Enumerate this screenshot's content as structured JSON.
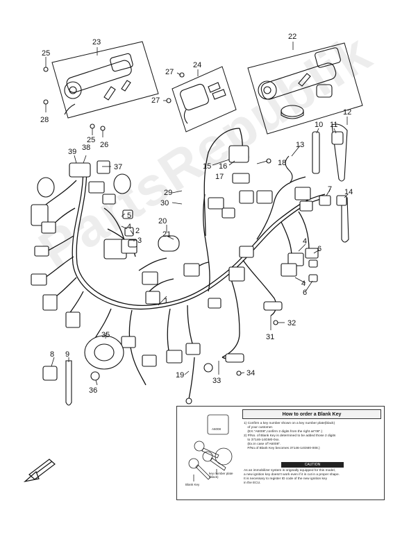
{
  "diagram": {
    "labels": [
      "1",
      "2",
      "3",
      "4",
      "5",
      "6",
      "7",
      "8",
      "9",
      "10",
      "11",
      "12",
      "13",
      "14",
      "15",
      "16",
      "17",
      "18",
      "19",
      "20",
      "21",
      "22",
      "23",
      "24",
      "25",
      "26",
      "27",
      "28",
      "29",
      "30",
      "31",
      "32",
      "33",
      "34",
      "35",
      "36",
      "37",
      "38",
      "39"
    ],
    "watermark": "PartsRepublik"
  },
  "blank_key_box": {
    "title": "How to order a Blank Key",
    "step1": "1) Confirm a key number shown on a key number plate(black)\n    of your customer.\n    (EX.\"A6008\",confirm 2 digits from the right as\"08\".)",
    "step2": "2) P/No. of Blank Key is determined to be added those 2 digits\n    to 37146-14GM0-0xx.\n    (Ex.In case of\"A6008\".\n    P/No.of Blank Key becomes 37146-14GM0-008.)",
    "warning_title": "CAUTION",
    "warning": "As an immobilizer system is originally equipped for this model,\na new ignition key doesn't work even if it is cut in a proper shape.\nIt is necessary to register ID code of the new ignition key\nin the ECU.",
    "plate_code": "A6008",
    "keyplate_label": "key number plate\n(black)",
    "blankkey_label": "Blank Key"
  }
}
